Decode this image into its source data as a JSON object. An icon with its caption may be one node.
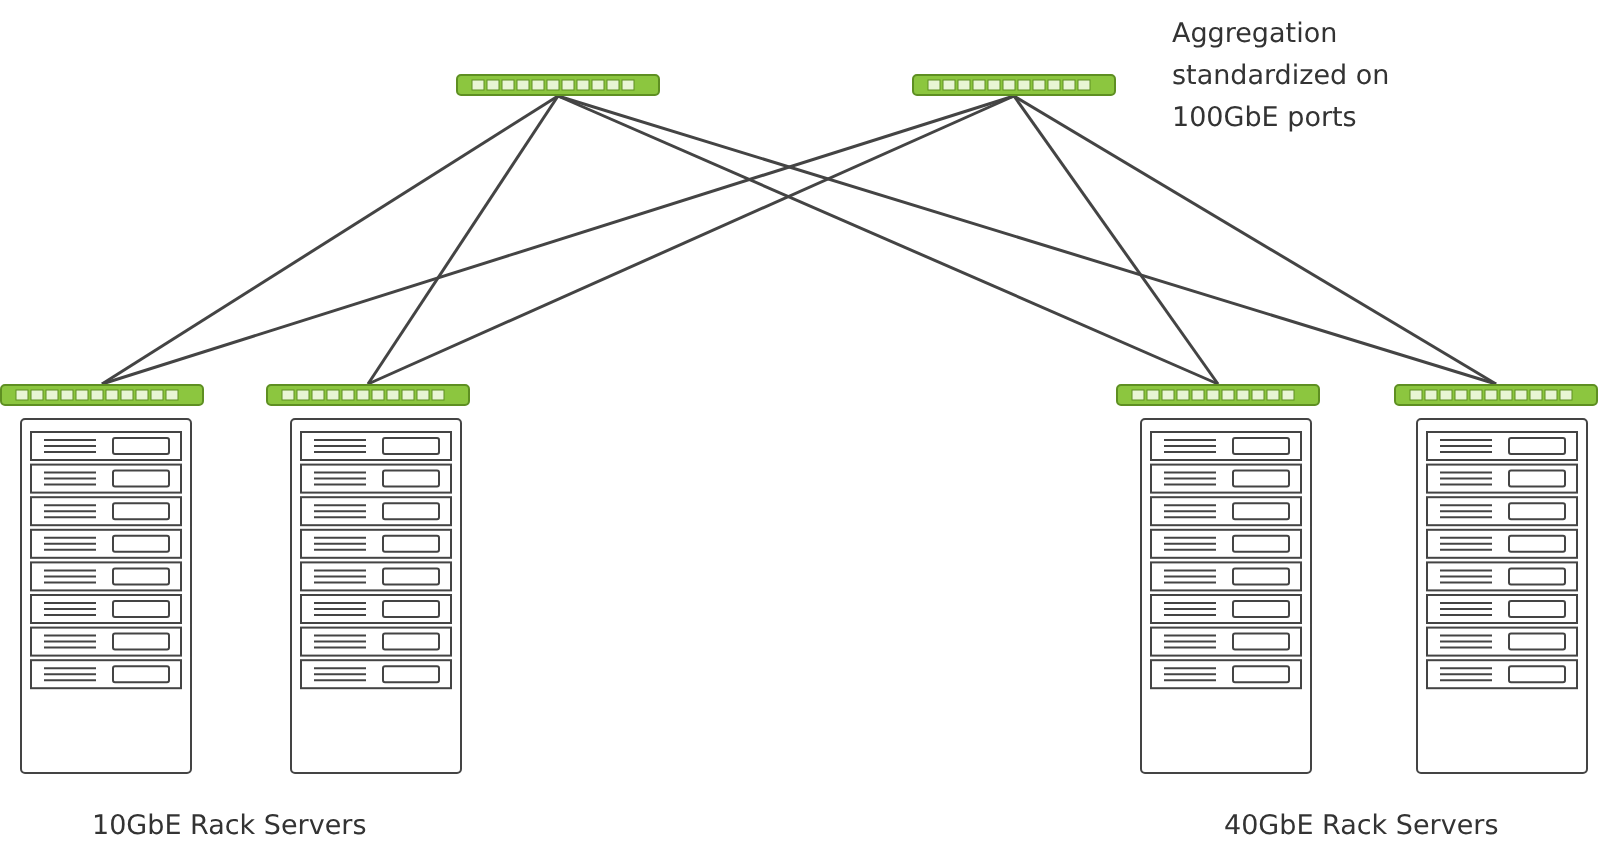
{
  "diagram": {
    "nodes": [
      {
        "text": [],
        "shape": "picture"
      },
      {
        "text": [],
        "shape": "picture"
      },
      {
        "text": [],
        "shape": "picture"
      },
      {
        "text": [],
        "shape": "picture"
      },
      {
        "text": [],
        "shape": "picture"
      },
      {
        "text": [],
        "shape": "picture"
      }
    ],
    "edges": [
      {
        "from": 0,
        "to": 2,
        "arrow": "none"
      },
      {
        "from": 0,
        "to": 3,
        "arrow": "none"
      },
      {
        "from": 0,
        "to": 4,
        "arrow": "none"
      },
      {
        "from": 0,
        "to": 5,
        "arrow": "none"
      },
      {
        "from": 1,
        "to": 2,
        "arrow": "none"
      },
      {
        "from": 1,
        "to": 3,
        "arrow": "none"
      },
      {
        "from": 1,
        "to": 4,
        "arrow": "none"
      },
      {
        "from": 1,
        "to": 5,
        "arrow": "none"
      }
    ],
    "labels": [
      "Aggregation standardized on 100GbE ports",
      "10GbE Rack Servers",
      "40GbE Rack Servers"
    ]
  }
}
